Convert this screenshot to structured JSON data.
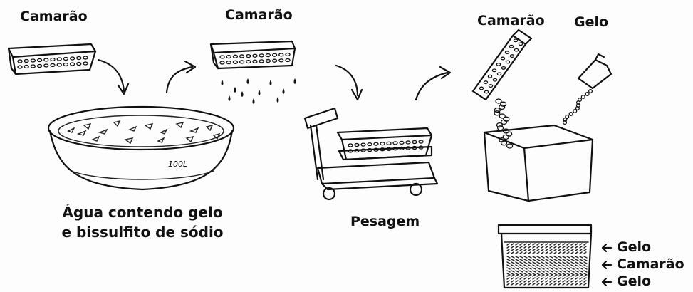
{
  "labels": {
    "shrimp_1": "Camarão",
    "shrimp_2": "Camarão",
    "shrimp_3": "Camarão",
    "ice_top": "Gelo",
    "tub_line_1": "Água contendo gelo",
    "tub_line_2": "e bissulfito de sódio",
    "weighing": "Pesagem",
    "tub_volume": "100L"
  },
  "layers": [
    "Gelo",
    "Camarão",
    "Gelo"
  ]
}
